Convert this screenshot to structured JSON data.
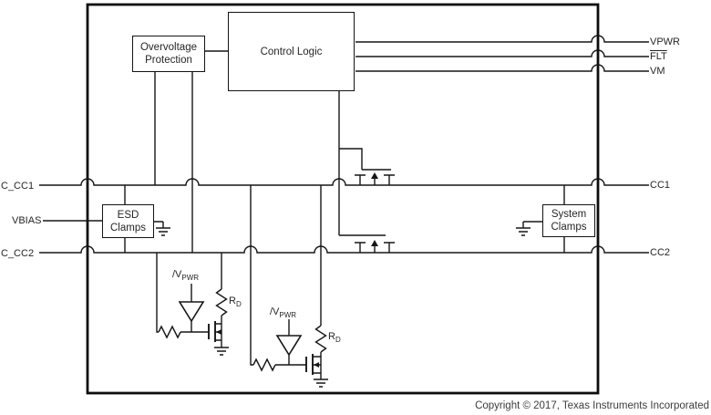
{
  "blocks": {
    "overvoltage_protection": {
      "line1": "Overvoltage",
      "line2": "Protection"
    },
    "control_logic": {
      "label": "Control Logic"
    },
    "esd_clamps": {
      "line1": "ESD",
      "line2": "Clamps"
    },
    "system_clamps": {
      "line1": "System",
      "line2": "Clamps"
    }
  },
  "pins": {
    "c_cc1": "C_CC1",
    "vbias": "VBIAS",
    "c_cc2": "C_CC2",
    "vpwr": "VPWR",
    "flt": "FLT",
    "vm": "VM",
    "cc1": "CC1",
    "cc2": "CC2"
  },
  "components": {
    "comparator1": {
      "main": "/V",
      "sub": "PWR"
    },
    "comparator2": {
      "main": "/V",
      "sub": "PWR"
    },
    "rd1": {
      "main": "R",
      "sub": "D"
    },
    "rd2": {
      "main": "R",
      "sub": "D"
    }
  },
  "footer": {
    "copyright": "Copyright © 2017, Texas Instruments Incorporated"
  },
  "colors": {
    "line": "#161616",
    "background": "#ffffff",
    "text": "#262626"
  }
}
